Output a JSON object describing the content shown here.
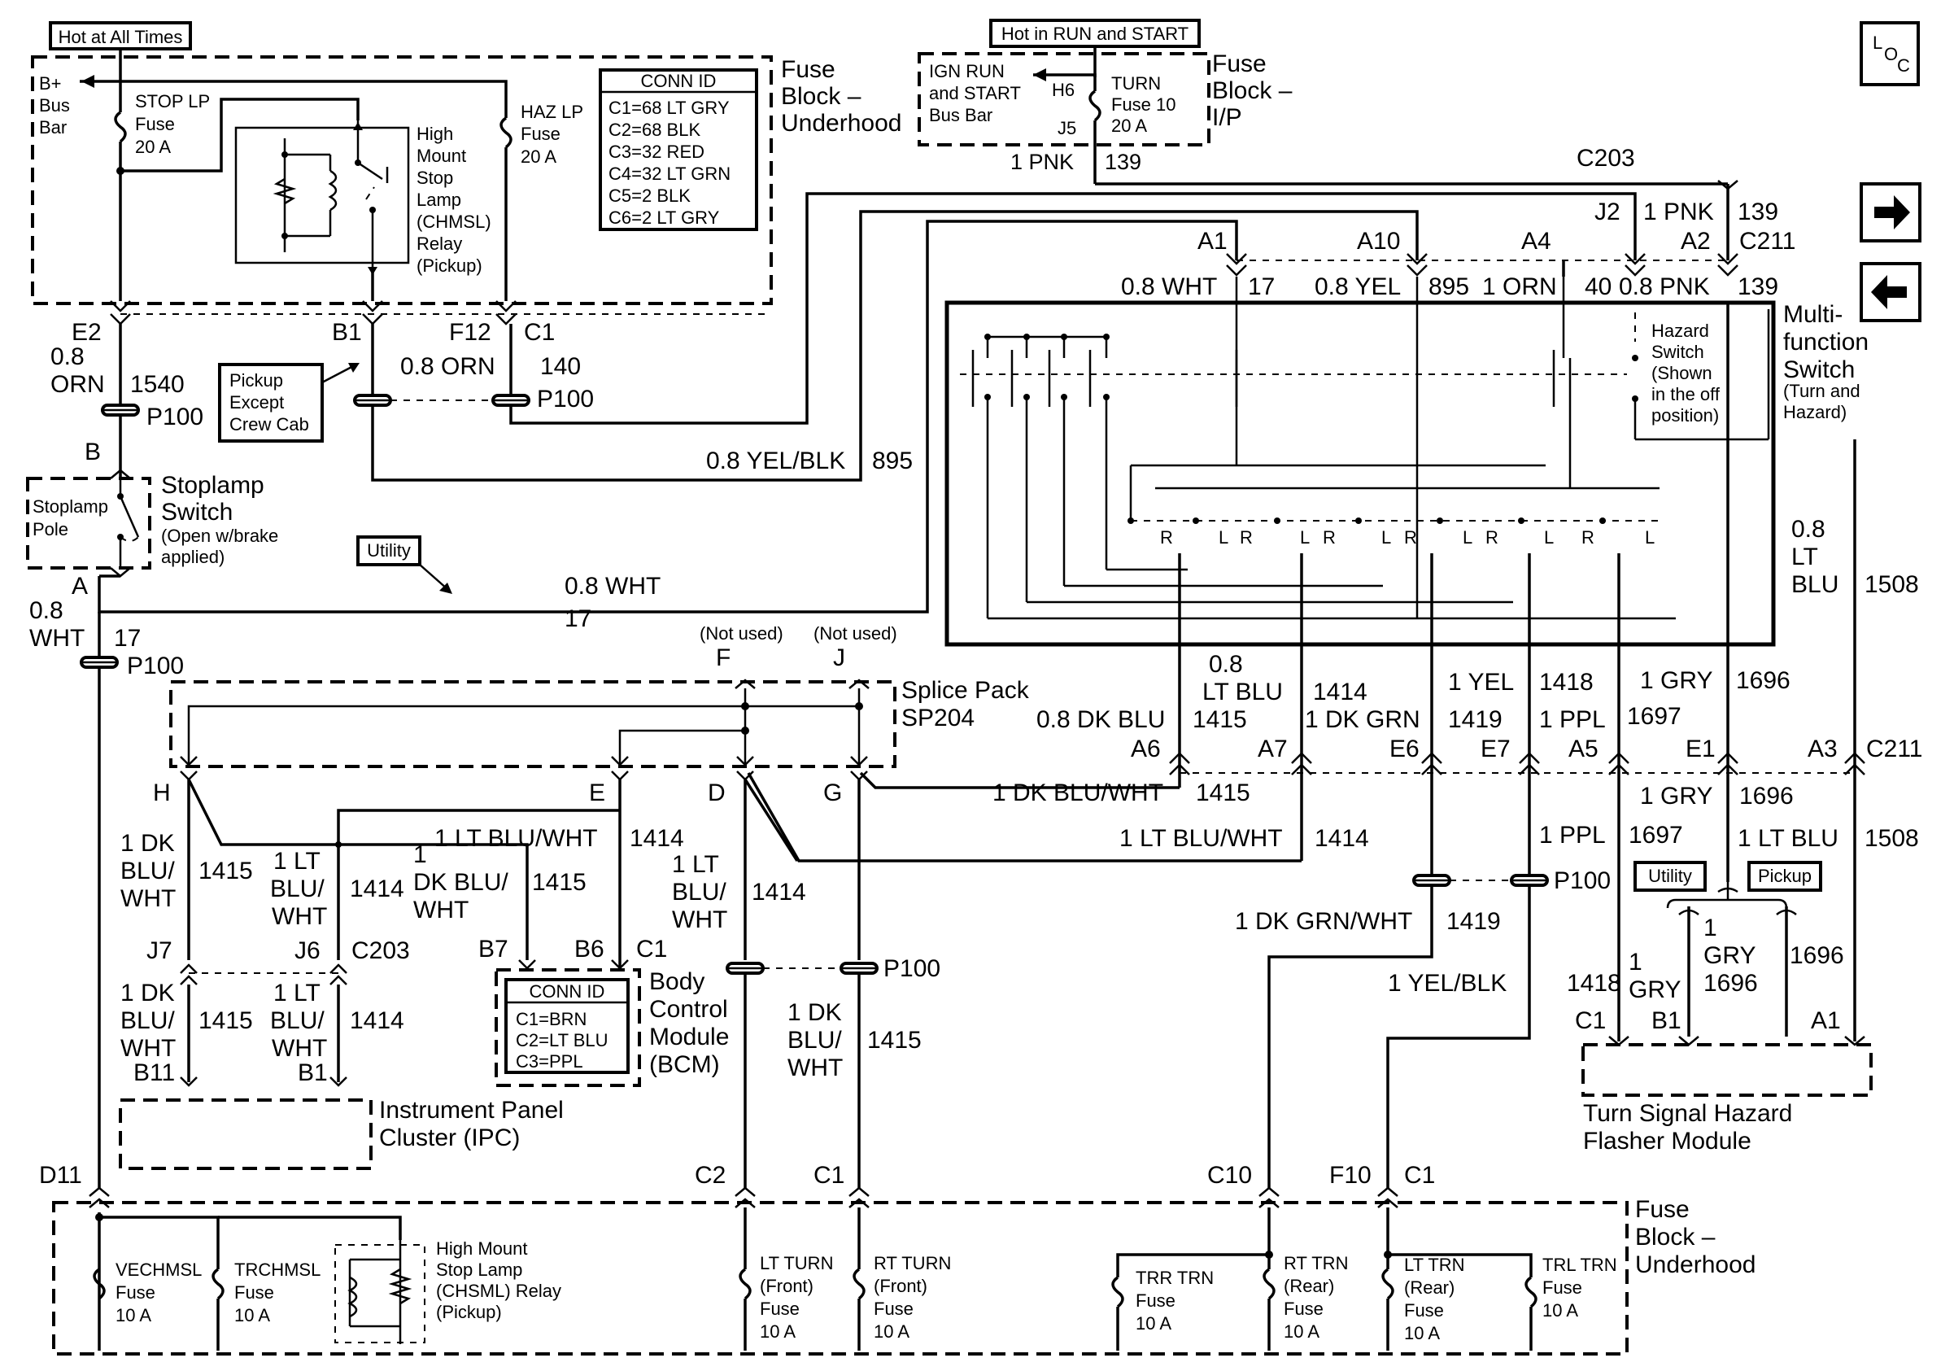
{
  "top": {
    "hot_all_times": "Hot at All Times",
    "hot_run_start": "Hot in RUN and START",
    "loc": "LOC",
    "fuse_block_underhood": [
      "Fuse",
      "Block –",
      "Underhood"
    ],
    "fuse_block_ip": [
      "Fuse",
      "Block –",
      "I/P"
    ]
  },
  "underhood_block": {
    "bus_bar": [
      "B+",
      "Bus",
      "Bar"
    ],
    "stop_lp_fuse": [
      "STOP LP",
      "Fuse",
      "20 A"
    ],
    "haz_lp_fuse": [
      "HAZ LP",
      "Fuse",
      "20 A"
    ],
    "chmsl_relay": [
      "High",
      "Mount",
      "Stop",
      "Lamp",
      "(CHMSL)",
      "Relay",
      "(Pickup)"
    ],
    "conn_id_title": "CONN ID",
    "conn_id": [
      "C1=68 LT GRY",
      "C2=68 BLK",
      "C3=32 RED",
      "C4=32 LT GRN",
      "C5=2 BLK",
      "C6=2 LT GRY"
    ]
  },
  "ip_block": {
    "bus_bar": [
      "IGN RUN",
      "and START",
      "Bus Bar"
    ],
    "h6": "H6",
    "j5": "J5",
    "turn_fuse": [
      "TURN",
      "Fuse 10",
      "20 A"
    ],
    "wire": "1 PNK",
    "circuit": "139"
  },
  "left_column": {
    "e2": "E2",
    "wire_e2": [
      "0.8",
      "ORN"
    ],
    "circuit_1540": "1540",
    "b1": "B1",
    "f12": "F12",
    "c1": "C1",
    "wire_orn": "0.8 ORN",
    "circuit_140": "140",
    "p100": "P100",
    "pickup_note": [
      "Pickup",
      "Except",
      "Crew Cab"
    ],
    "b": "B",
    "stoplamp_switch": [
      "Stoplamp",
      "Switch",
      "(Open w/brake",
      "applied)"
    ],
    "stoplamp_pole": [
      "Stoplamp",
      "Pole"
    ],
    "a": "A",
    "utility": "Utility",
    "wire_wht": [
      "0.8",
      "WHT"
    ],
    "circuit_17": "17",
    "yel_blk": "0.8 YEL/BLK",
    "circuit_895": "895",
    "wht_label": "0.8 WHT"
  },
  "multifunction": {
    "c203": "C203",
    "j2": "J2",
    "pnk": "1 PNK",
    "c139": "139",
    "a2": "A2",
    "c211": "C211",
    "pins": [
      "A1",
      "A10",
      "A4"
    ],
    "wires": [
      "0.8 WHT",
      "17",
      "0.8 YEL",
      "895",
      "1 ORN",
      "40",
      "0.8 PNK",
      "139"
    ],
    "switch_label": [
      "Multi-",
      "function",
      "Switch",
      "(Turn and",
      "Hazard)"
    ],
    "hazard_switch": [
      "Hazard",
      "Switch",
      "(Shown",
      "in the off",
      "position)"
    ],
    "rl": [
      "R",
      "L",
      "R",
      "L",
      "R",
      "L",
      "R",
      "L",
      "R",
      "L",
      "R",
      "L"
    ],
    "lt_blu": [
      "0.8",
      "LT",
      "BLU"
    ],
    "circuit_1508": "1508"
  },
  "c211_row": {
    "wires_top": [
      "0.8 DK BLU",
      "0.8",
      "LT BLU",
      "1415",
      "1414",
      "1 DK GRN",
      "1 YEL",
      "1419",
      "1418",
      "1 PPL",
      "1 GRY",
      "1697",
      "1696"
    ],
    "pins": [
      "A6",
      "A7",
      "E6",
      "E7",
      "A5",
      "E1",
      "A3",
      "C211"
    ],
    "dk_blu_wht": "1 DK BLU/WHT",
    "c1415": "1415",
    "lt_blu_wht": "1 LT BLU/WHT",
    "c1414": "1414",
    "gry": "1 GRY",
    "c1696": "1696",
    "ppl": "1 PPL",
    "c1697": "1697",
    "lt_blu": "1 LT BLU",
    "c1508": "1508",
    "utility": "Utility",
    "pickup": "Pickup",
    "dk_grn_wht": "1 DK GRN/WHT",
    "c1419": "1419",
    "yel_blk": "1 YEL/BLK",
    "c1418": "1418",
    "p100": "P100"
  },
  "splice_pack": {
    "not_used": "(Not used)",
    "f": "F",
    "j": "J",
    "label": [
      "Splice Pack",
      "SP204"
    ],
    "pins": [
      "H",
      "E",
      "D",
      "G"
    ]
  },
  "lower_left": {
    "dk_blu_wht": [
      "1 DK",
      "BLU/",
      "WHT"
    ],
    "lt_blu_wht": [
      "1 LT",
      "BLU/",
      "WHT"
    ],
    "dk_blu_wht2": [
      "1",
      "DK BLU/",
      "WHT"
    ],
    "c1415": "1415",
    "c1414": "1414",
    "j7": "J7",
    "j6": "J6",
    "c203": "C203",
    "b7": "B7",
    "b6": "B6",
    "c1": "C1",
    "b11": "B11",
    "b1": "B1",
    "p100": "P100",
    "bcm_conn_title": "CONN ID",
    "bcm_conn": [
      "C1=BRN",
      "C2=LT BLU",
      "C3=PPL"
    ],
    "bcm": [
      "Body",
      "Control",
      "Module",
      "(BCM)"
    ],
    "ipc": [
      "Instrument Panel",
      "Cluster (IPC)"
    ],
    "flasher": [
      "Turn Signal Hazard",
      "Flasher Module"
    ],
    "flasher_pins": [
      "C1",
      "B1",
      "A1"
    ],
    "gry": [
      "1",
      "GRY"
    ],
    "gry2": [
      "1",
      "GRY"
    ],
    "c1696": "1696"
  },
  "bottom_block": {
    "pins": [
      "D11",
      "C2",
      "C1",
      "C10",
      "F10",
      "C1"
    ],
    "label": [
      "Fuse",
      "Block –",
      "Underhood"
    ],
    "fuses": [
      [
        "VECHMSL",
        "Fuse",
        "10 A"
      ],
      [
        "TRCHMSL",
        "Fuse",
        "10 A"
      ],
      [
        "LT TURN",
        "(Front)",
        "Fuse",
        "10 A"
      ],
      [
        "RT TURN",
        "(Front)",
        "Fuse",
        "10 A"
      ],
      [
        "TRR TRN",
        "Fuse",
        "10 A"
      ],
      [
        "RT TRN",
        "(Rear)",
        "Fuse",
        "10 A"
      ],
      [
        "LT TRN",
        "(Rear)",
        "Fuse",
        "10 A"
      ],
      [
        "TRL TRN",
        "Fuse",
        "10 A"
      ]
    ],
    "relay": [
      "High Mount",
      "Stop Lamp",
      "(CHSML) Relay",
      "(Pickup)"
    ]
  }
}
